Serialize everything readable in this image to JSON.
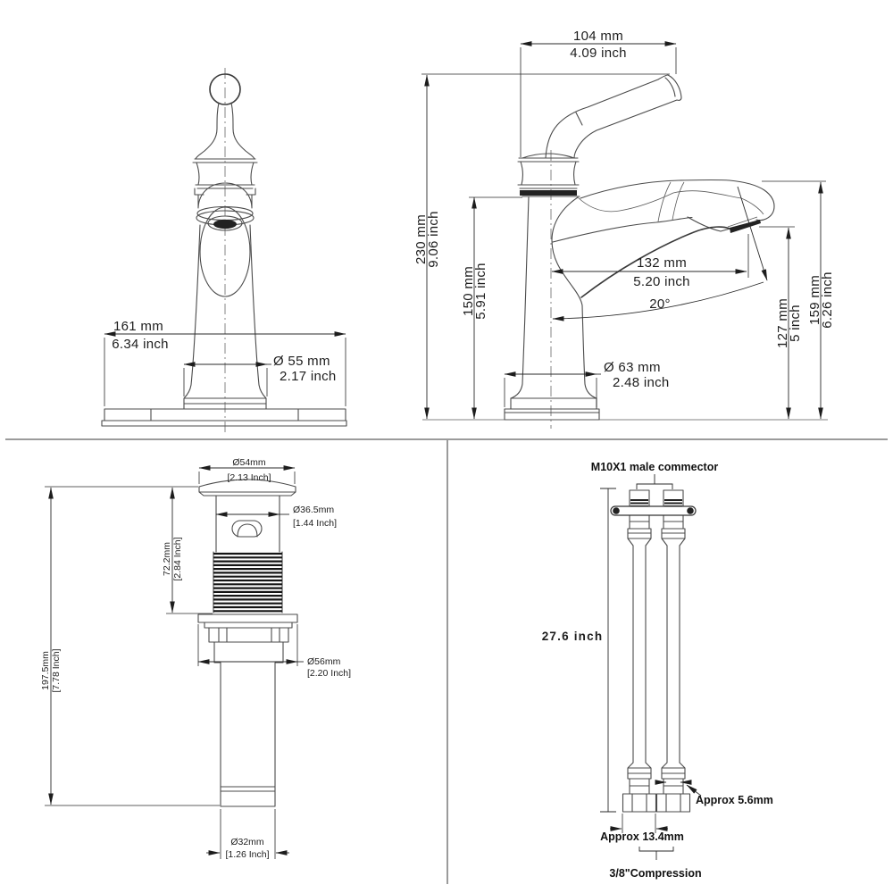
{
  "front_view": {
    "width_mm": "161 mm",
    "width_in": "6.34 inch",
    "base_dia_mm": "Ø 55 mm",
    "base_dia_in": "2.17 inch",
    "height_mm": "230 mm",
    "height_in": "9.06 inch"
  },
  "side_view": {
    "handle_mm": "104 mm",
    "handle_in": "4.09 inch",
    "deck_mm": "150 mm",
    "deck_in": "5.91 inch",
    "reach_mm": "132 mm",
    "reach_in": "5.20 inch",
    "angle": "20°",
    "outlet_mm": "127 mm",
    "outlet_in": "5 inch",
    "height_mm": "159 mm",
    "height_in": "6.26 inch",
    "base_dia_mm": "Ø 63 mm",
    "base_dia_in": "2.48 inch"
  },
  "drain_view": {
    "flange_mm": "Ø54mm",
    "flange_in": "[2.13 Inch]",
    "neck_mm": "Ø36.5mm",
    "neck_in": "[1.44 Inch]",
    "thread_mm": "72.2mm",
    "thread_in": "[2.84 Inch]",
    "total_mm": "197.5mm",
    "total_in": "[7.78 Inch]",
    "washer_mm": "Ø56mm",
    "washer_in": "[2.20 Inch]",
    "pipe_mm": "Ø32mm",
    "pipe_in": "[1.26 Inch]"
  },
  "hose_view": {
    "connector_label": "M10X1 male commector",
    "length_label": "27.6 inch",
    "hose_dia_label": "Approx 5.6mm",
    "nut_width_label": "Approx 13.4mm",
    "compression_label": "3/8\"Compression"
  }
}
